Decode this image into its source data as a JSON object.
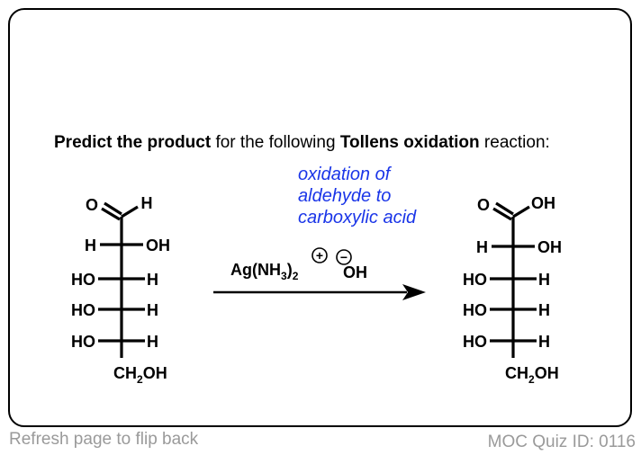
{
  "prompt": {
    "bold1": "Predict the product",
    "text1": " for the following ",
    "bold2": "Tollens oxidation",
    "text2": " reaction:"
  },
  "annotation": [
    "oxidation of",
    "aldehyde to",
    "carboxylic acid"
  ],
  "reactant": {
    "top_left": "O",
    "top_right": "H",
    "rows": [
      {
        "left": "H",
        "right": "OH"
      },
      {
        "left": "HO",
        "right": "H"
      },
      {
        "left": "HO",
        "right": "H"
      },
      {
        "left": "HO",
        "right": "H"
      }
    ],
    "bottom": {
      "main": "CH",
      "sub": "2",
      "end": "OH"
    }
  },
  "reagent": {
    "main": "Ag(NH",
    "sub1": "3",
    "close": ")",
    "sub2": "2",
    "plus_symbol": "+",
    "minus_symbol": "−",
    "counter_ion": "OH"
  },
  "product": {
    "top_left": "O",
    "top_right": "OH",
    "rows": [
      {
        "left": "H",
        "right": "OH"
      },
      {
        "left": "HO",
        "right": "H"
      },
      {
        "left": "HO",
        "right": "H"
      },
      {
        "left": "HO",
        "right": "H"
      }
    ],
    "bottom": {
      "main": "CH",
      "sub": "2",
      "end": "OH"
    }
  },
  "footer": {
    "left": "Refresh page to flip back",
    "right": "MOC Quiz ID: 0116"
  }
}
